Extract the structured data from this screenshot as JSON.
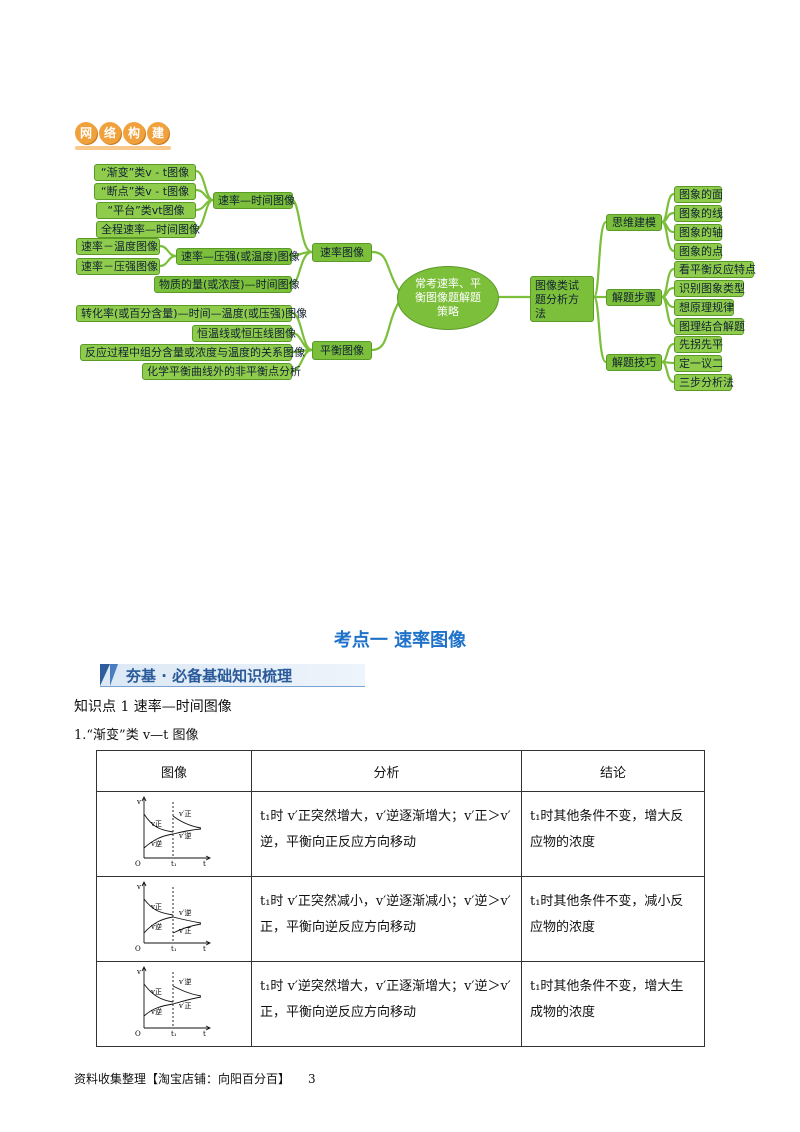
{
  "badge": [
    "网",
    "络",
    "构",
    "建"
  ],
  "mindmap": {
    "center": "常考速率、平衡图像题解题策略",
    "left": {
      "rate_image": "速率图像",
      "rate_time": "速率—时间图像",
      "rate_time_items": [
        "“渐变”类v - t图像",
        "“断点”类v - t图像",
        "“平台”类vt图像",
        "全程速率—时间图像"
      ],
      "rate_pressure": "速率—压强(或温度)图像",
      "rate_pressure_items": [
        "速率－温度图像",
        "速率－压强图像"
      ],
      "amount_time": "物质的量(或浓度)—时间图像",
      "equilibrium_image": "平衡图像",
      "equilibrium_items": [
        "转化率(或百分含量)—时间—温度(或压强)图像",
        "恒温线或恒压线图像",
        "反应过程中组分含量或浓度与温度的关系图像",
        "化学平衡曲线外的非平衡点分析"
      ]
    },
    "right": {
      "method": "图像类试题分析方法",
      "thinking": "思维建模",
      "thinking_items": [
        "图象的面",
        "图象的线",
        "图象的轴",
        "图象的点"
      ],
      "steps": "解题步骤",
      "steps_items": [
        "看平衡反应特点",
        "识别图象类型",
        "想原理规律",
        "图理结合解题"
      ],
      "skills": "解题技巧",
      "skills_items": [
        "先拐先平",
        "定一议二",
        "三步分析法"
      ]
    }
  },
  "section_title": "考点一  速率图像",
  "banner_text": "夯基 · 必备基础知识梳理",
  "knowledge_point": "知识点 1  速率—时间图像",
  "subheading": "1.“渐变”类 v—t 图像",
  "table": {
    "headers": [
      "图像",
      "分析",
      "结论"
    ],
    "rows": [
      {
        "analysis": "t₁时 v′正突然增大，v′逆逐渐增大；v′正＞v′逆，平衡向正反应方向移动",
        "conclusion": "t₁时其他条件不变，增大反应物的浓度",
        "graph_labels": [
          "v",
          "v正",
          "v逆",
          "v′正",
          "v′逆",
          "O",
          "t₁",
          "t"
        ]
      },
      {
        "analysis": "t₁时 v′正突然减小，v′逆逐渐减小；v′逆＞v′正，平衡向逆反应方向移动",
        "conclusion": "t₁时其他条件不变，减小反应物的浓度",
        "graph_labels": [
          "v",
          "v正",
          "v逆",
          "v′逆",
          "v′正",
          "O",
          "t₁",
          "t"
        ]
      },
      {
        "analysis": "t₁时 v′逆突然增大，v′正逐渐增大；v′逆＞v′正，平衡向逆反应方向移动",
        "conclusion": "t₁时其他条件不变，增大生成物的浓度",
        "graph_labels": [
          "v",
          "v正",
          "v逆",
          "v′逆",
          "v′正",
          "O",
          "t₁",
          "t"
        ]
      }
    ]
  },
  "footer": {
    "text": "资料收集整理【淘宝店铺：向阳百分百】",
    "page": "3"
  },
  "colors": {
    "node_green": "#7cbf3a",
    "title_blue": "#1f72c9",
    "badge_orange": "#f1a13c"
  }
}
